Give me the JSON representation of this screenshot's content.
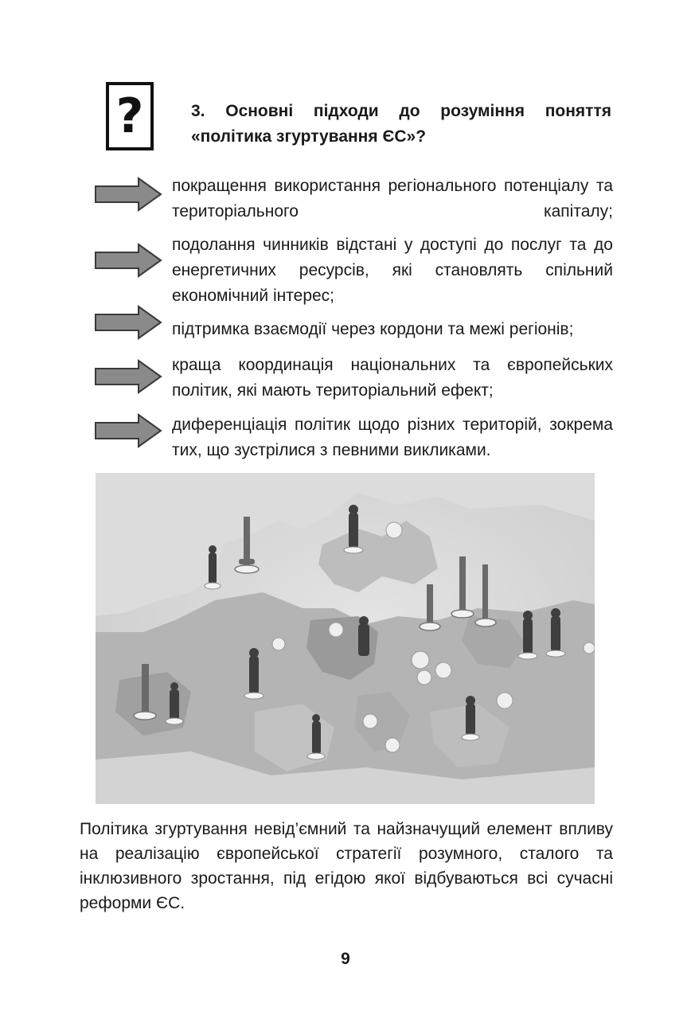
{
  "question_icon": {
    "glyph": "?"
  },
  "heading": "3. Основні підходи до розуміння поняття «політика згуртування ЄС»?",
  "bullets": [
    "покращення використання регіонального потенціалу та територіального капіталу;",
    "подолання чинників відстані у доступі до послуг та до енергетичних ресурсів, які становлять спільний економічний інтерес;",
    "підтримка взаємодії через кордони та межі регіонів;",
    "краща координація національних та європейських політик, які мають територіальний ефект;",
    "диференціація політик щодо різних територій, зокрема тих, що зустрілися з певними викликами."
  ],
  "paragraph": "Політика згуртування невід’ємний та найзначущий елемент впливу на реалізацію європейської стратегії розумного, сталого та інклюзивного зростання, під егідою якої відбуваються всі сучасні реформи ЄС.",
  "page_number": "9",
  "colors": {
    "arrow_fill": "#8a8a8a",
    "arrow_stroke": "#3a3a3a",
    "text": "#1a1a1a"
  }
}
